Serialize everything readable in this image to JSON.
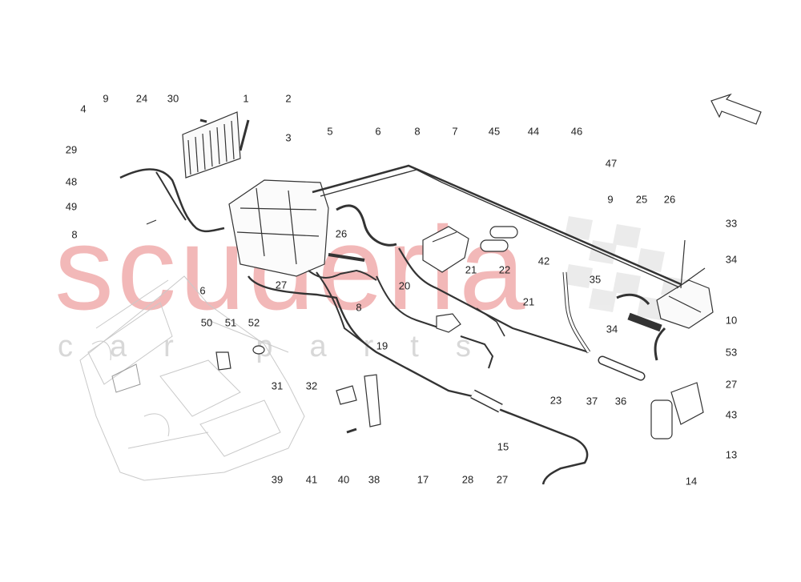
{
  "watermark": {
    "main": "scuderia",
    "sub": "car parts",
    "color": "#f2b8b8",
    "checker_color": "#d9d9d9"
  },
  "labels": [
    "4",
    "9",
    "24",
    "30",
    "1",
    "2",
    "3",
    "5",
    "6",
    "8",
    "7",
    "45",
    "44",
    "46",
    "29",
    "48",
    "49",
    "8",
    "47",
    "9",
    "25",
    "26",
    "33",
    "34",
    "26",
    "21",
    "22",
    "42",
    "35",
    "27",
    "20",
    "21",
    "6",
    "8",
    "34",
    "10",
    "50",
    "51",
    "52",
    "19",
    "53",
    "31",
    "32",
    "27",
    "23",
    "37",
    "36",
    "43",
    "15",
    "13",
    "39",
    "41",
    "40",
    "38",
    "17",
    "28",
    "27",
    "14"
  ],
  "north_arrow_icon": "arrow-icon"
}
